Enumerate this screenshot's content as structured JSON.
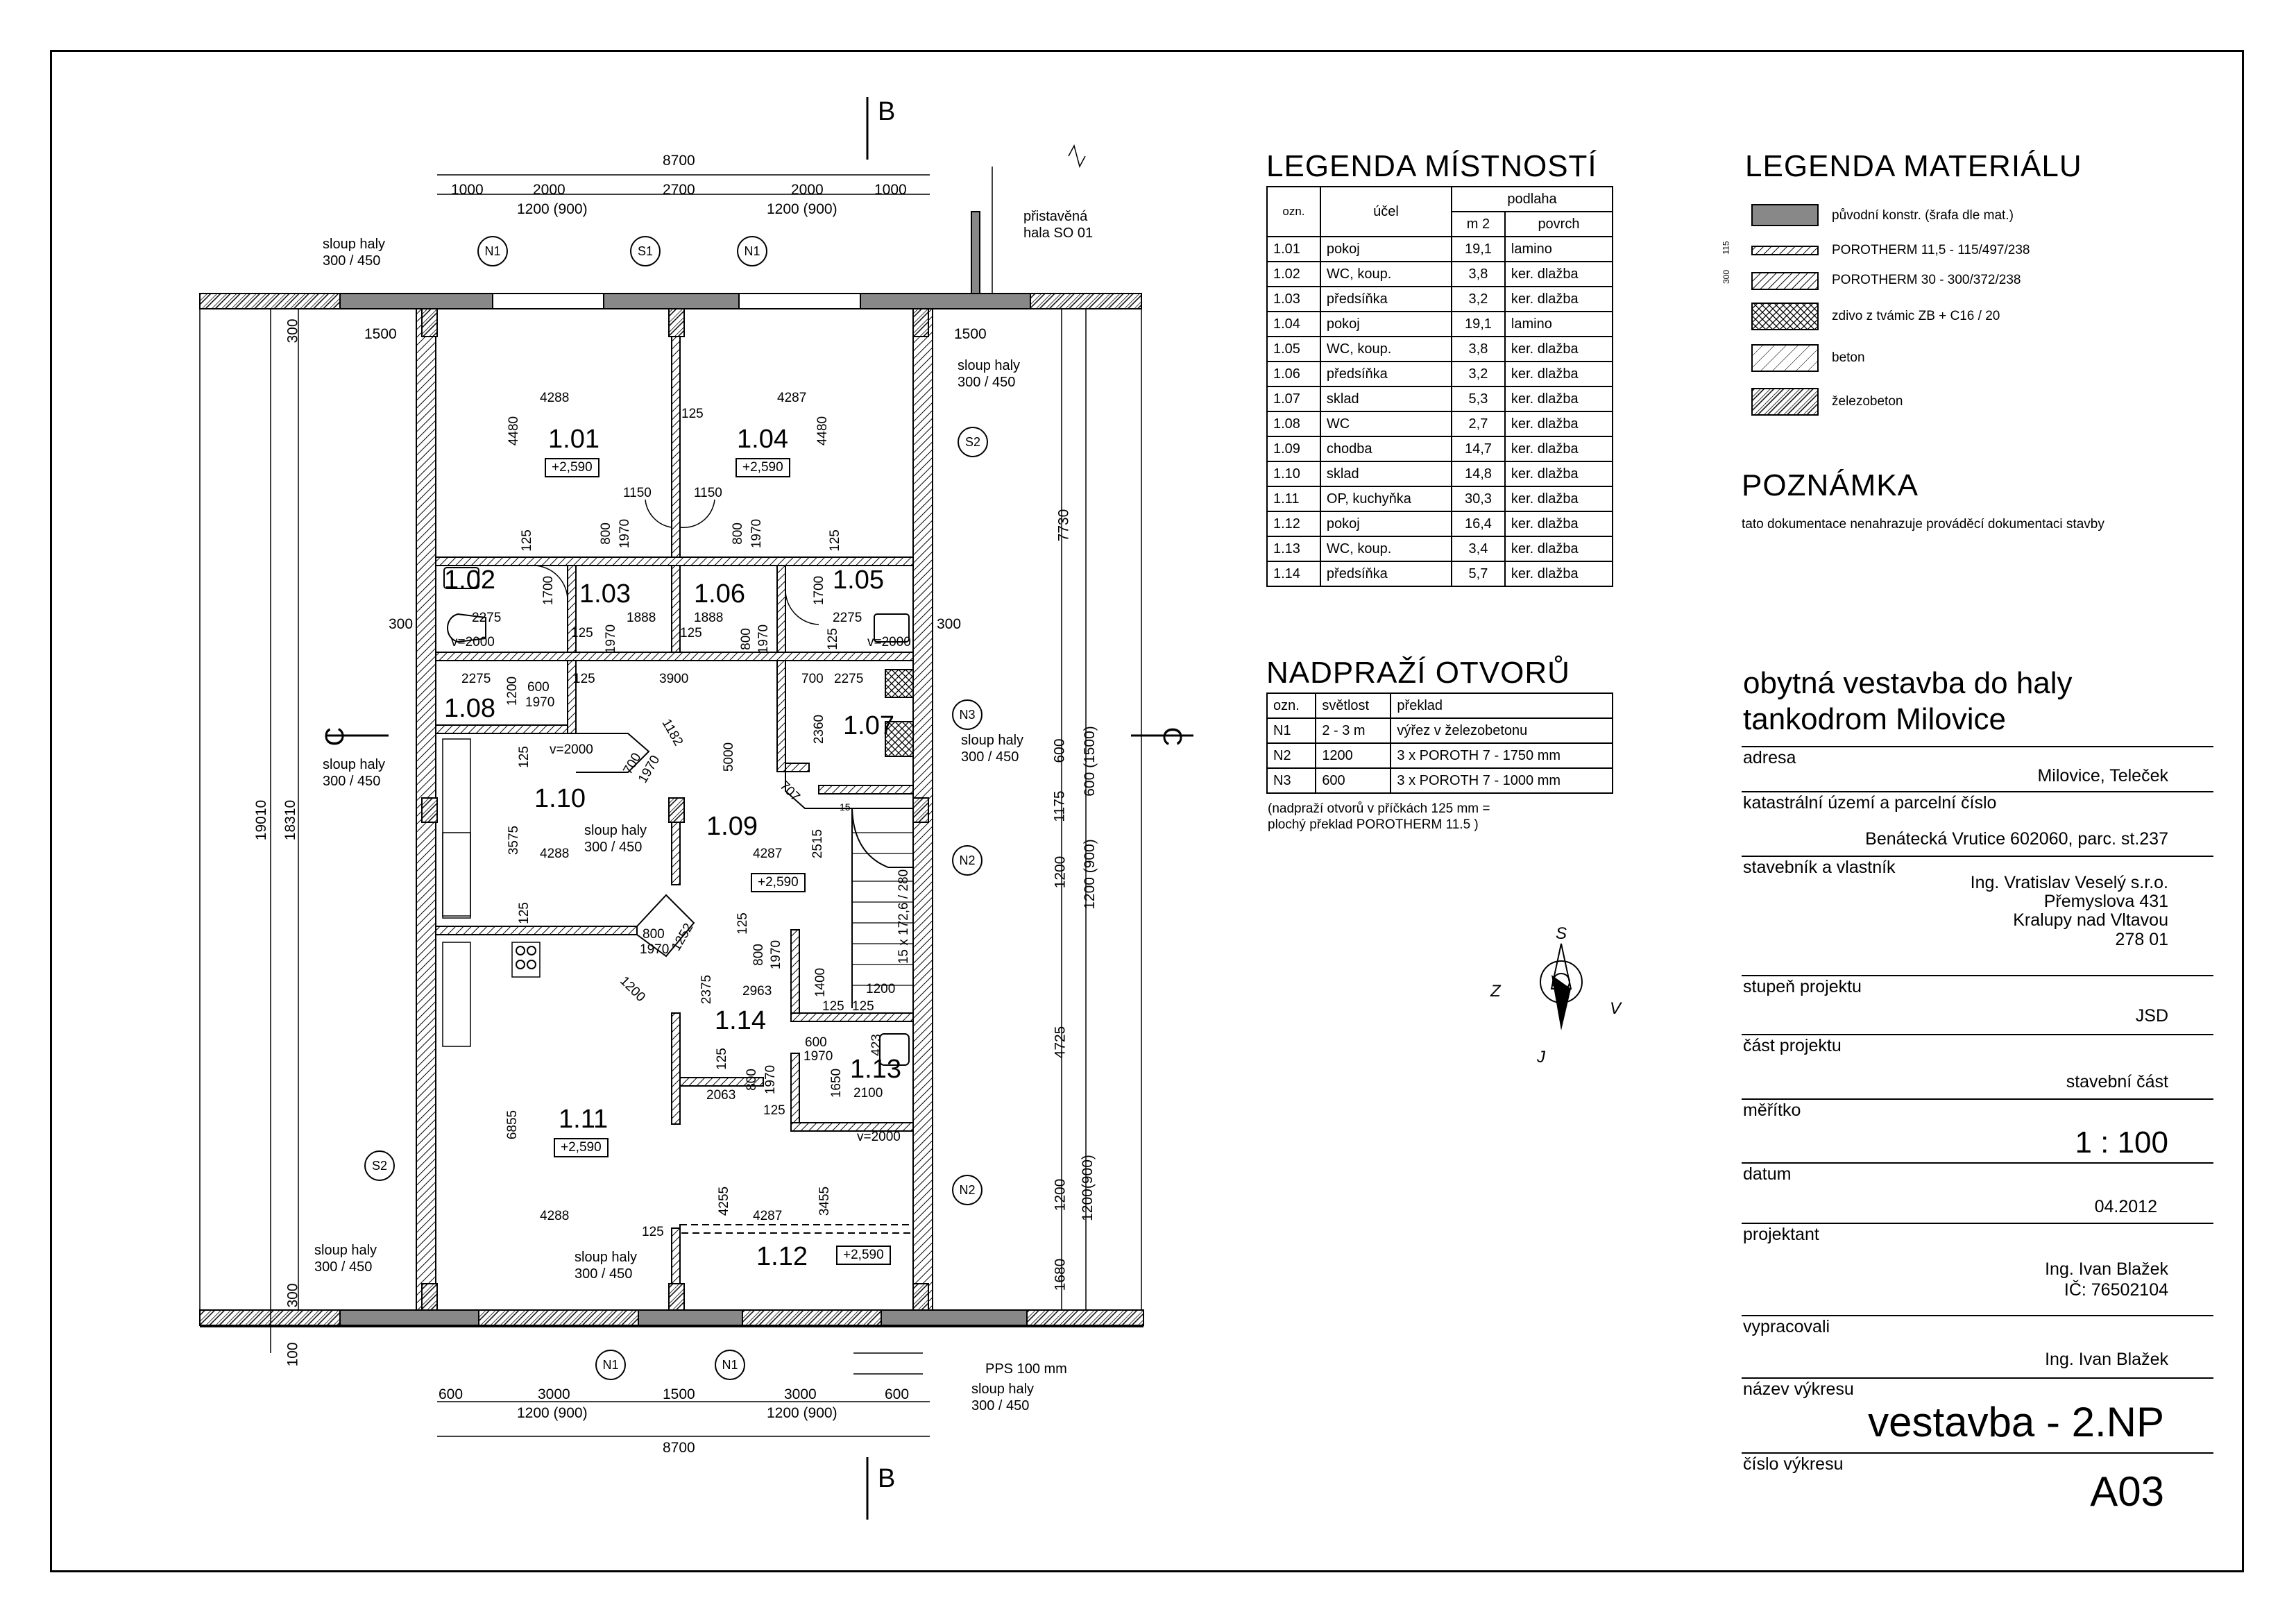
{
  "plan": {
    "overall_width_top": "8700",
    "overall_width_bottom": "8700",
    "top_chain": [
      "1000",
      "2000",
      "2700",
      "2000",
      "1000"
    ],
    "top_chain_sub": [
      "1200 (900)",
      "1200 (900)"
    ],
    "bottom_chain": [
      "600",
      "3000",
      "1500",
      "3000",
      "600"
    ],
    "bottom_chain_sub": [
      "1200 (900)",
      "1200 (900)"
    ],
    "left_dims": [
      "19010",
      "18310",
      "300",
      "300",
      "100",
      "1500",
      "300"
    ],
    "right_dims": [
      "7730",
      "600",
      "600 (1500)",
      "1175",
      "1200",
      "1200 (900)",
      "4725",
      "1200",
      "1200(900)",
      "1680",
      "1500",
      "300"
    ],
    "section_marks": [
      "B",
      "B",
      "C",
      "C"
    ],
    "column_tags": [
      "N1",
      "S1",
      "N1",
      "S2",
      "N3",
      "N2",
      "N2",
      "S2",
      "N1",
      "N1"
    ],
    "hall_columns": [
      "sloup haly",
      "300 / 450"
    ],
    "adjacent_hall": [
      "přistavěná",
      "hala SO 01"
    ],
    "pps_note": "PPS 100 mm",
    "rooms": [
      {
        "num": "1.01",
        "level": "+2,590"
      },
      {
        "num": "1.04",
        "level": "+2,590"
      },
      {
        "num": "1.02"
      },
      {
        "num": "1.03"
      },
      {
        "num": "1.06"
      },
      {
        "num": "1.05"
      },
      {
        "num": "1.08"
      },
      {
        "num": "1.07"
      },
      {
        "num": "1.10"
      },
      {
        "num": "1.09",
        "level": "+2,590"
      },
      {
        "num": "1.14"
      },
      {
        "num": "1.13"
      },
      {
        "num": "1.11",
        "level": "+2,590"
      },
      {
        "num": "1.12",
        "level": "+2,590"
      }
    ],
    "inner_dims": [
      "4288",
      "4287",
      "4480",
      "4480",
      "125",
      "1150",
      "1150",
      "800",
      "1970",
      "800",
      "1970",
      "125",
      "125",
      "1700",
      "1700",
      "2275",
      "2275",
      "1888",
      "1888",
      "v=2000",
      "v=2000",
      "125",
      "1970",
      "125",
      "800",
      "1970",
      "125",
      "2275",
      "3900",
      "125",
      "700",
      "2275",
      "600",
      "1970",
      "1200",
      "1182",
      "v=2000",
      "700",
      "1970",
      "5000",
      "2360",
      "707",
      "125",
      "3575",
      "4288",
      "4287",
      "2515",
      "15 x 172,6 / 280",
      "125",
      "800",
      "1970",
      "1252",
      "1200",
      "125",
      "800",
      "1970",
      "2375",
      "2963",
      "1400",
      "125",
      "125",
      "1200",
      "600",
      "1970",
      "423",
      "125",
      "800",
      "1970",
      "1650",
      "2100",
      "2063",
      "125",
      "v=2000",
      "6855",
      "4288",
      "4287",
      "125",
      "4255",
      "3455",
      "15"
    ]
  },
  "legend_rooms": {
    "title": "LEGENDA MÍSTNOSTÍ",
    "h_ozn": "ozn.",
    "h_ucel": "účel",
    "h_podlaha": "podlaha",
    "h_m2": "m 2",
    "h_povrch": "povrch",
    "rows": [
      [
        "1.01",
        "pokoj",
        "19,1",
        "lamino"
      ],
      [
        "1.02",
        "WC, koup.",
        "3,8",
        "ker. dlažba"
      ],
      [
        "1.03",
        "předsíňka",
        "3,2",
        "ker. dlažba"
      ],
      [
        "1.04",
        "pokoj",
        "19,1",
        "lamino"
      ],
      [
        "1.05",
        "WC, koup.",
        "3,8",
        "ker. dlažba"
      ],
      [
        "1.06",
        "předsíňka",
        "3,2",
        "ker. dlažba"
      ],
      [
        "1.07",
        "sklad",
        "5,3",
        "ker. dlažba"
      ],
      [
        "1.08",
        "WC",
        "2,7",
        "ker. dlažba"
      ],
      [
        "1.09",
        "chodba",
        "14,7",
        "ker. dlažba"
      ],
      [
        "1.10",
        "sklad",
        "14,8",
        "ker. dlažba"
      ],
      [
        "1.11",
        "OP, kuchyňka",
        "30,3",
        "ker. dlažba"
      ],
      [
        "1.12",
        "pokoj",
        "16,4",
        "ker. dlažba"
      ],
      [
        "1.13",
        "WC, koup.",
        "3,4",
        "ker. dlažba"
      ],
      [
        "1.14",
        "předsíňka",
        "5,7",
        "ker. dlažba"
      ]
    ]
  },
  "legend_lintels": {
    "title": "NADPRAŽÍ OTVORŮ",
    "h_ozn": "ozn.",
    "h_svetlost": "světlost",
    "h_preklad": "překlad",
    "rows": [
      [
        "N1",
        "2 - 3 m",
        "výřez v železobetonu"
      ],
      [
        "N2",
        "1200",
        "3 x POROTH 7 - 1750 mm"
      ],
      [
        "N3",
        "600",
        "3 x POROTH 7 - 1000 mm"
      ]
    ],
    "note1": "(nadpraží otvorů v příčkách 125 mm =",
    "note2": "plochý překlad POROTHERM 11.5 )"
  },
  "legend_materials": {
    "title": "LEGENDA MATERIÁLU",
    "items": [
      "původní konstr. (šrafa dle mat.)",
      "POROTHERM 11,5 - 115/497/238",
      "POROTHERM 30 - 300/372/238",
      "zdivo z tvámic ZB + C16 / 20",
      "beton",
      "železobeton"
    ],
    "thickness_marks": [
      "115",
      "300"
    ]
  },
  "remark": {
    "title": "POZNÁMKA",
    "text": "tato dokumentace nenahrazuje prováděcí dokumentaci stavby"
  },
  "compass": {
    "n": "S",
    "s": "J",
    "w": "Z",
    "e": "V"
  },
  "title_block": {
    "project_line1": "obytná vestavba do haly",
    "project_line2": "tankodrom Milovice",
    "l_adresa": "adresa",
    "v_adresa": "Milovice, Teleček",
    "l_katastr": "katastrální území a parcelní číslo",
    "v_katastr": "Benátecká Vrutice 602060, parc. st.237",
    "l_stavebnik": "stavebník a vlastník",
    "v_stavebnik1": "Ing. Vratislav Veselý s.r.o.",
    "v_stavebnik2": "Přemyslova 431",
    "v_stavebnik3": "Kralupy nad Vltavou",
    "v_stavebnik4": "278 01",
    "l_stupen": "stupeň projektu",
    "v_stupen": "JSD",
    "l_cast": "část projektu",
    "v_cast": "stavební část",
    "l_meritko": "měřítko",
    "v_meritko": "1 : 100",
    "l_datum": "datum",
    "v_datum": "04.2012",
    "l_projektant": "projektant",
    "v_projektant1": "Ing. Ivan Blažek",
    "v_projektant2": "IČ: 76502104",
    "l_vypracovali": "vypracovali",
    "v_vypracovali": "Ing. Ivan Blažek",
    "l_nazev": "název výkresu",
    "v_nazev": "vestavba - 2.NP",
    "l_cislo": "číslo výkresu",
    "v_cislo": "A03"
  }
}
